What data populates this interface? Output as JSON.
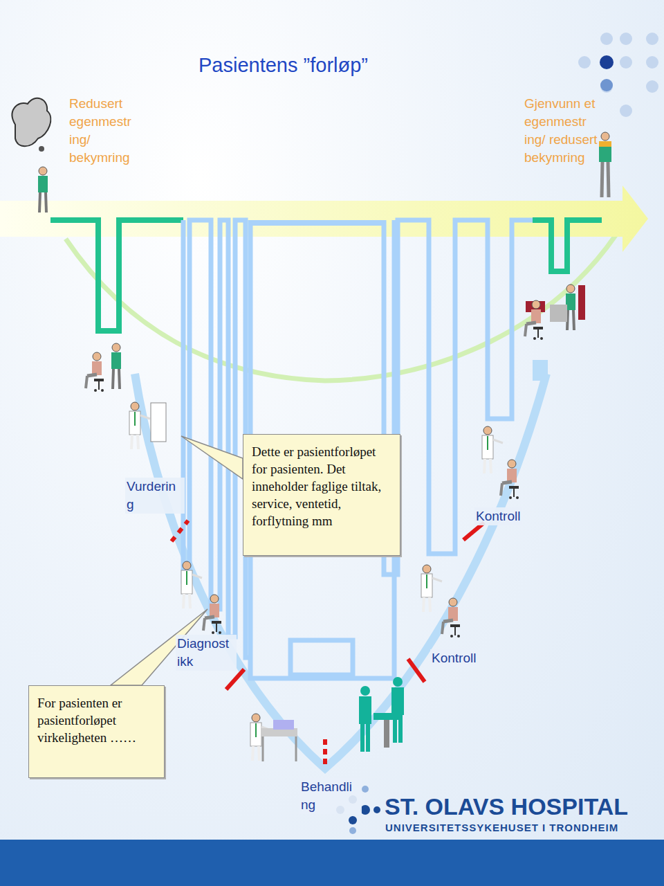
{
  "diagram": {
    "title": "Pasientens ”forløp”",
    "nodes": [
      {
        "text": [
          "Dette er pasientforløpet for pasienten. Det inneholder faglige tiltak, service, ventetid, forflytning mm"
        ]
      },
      {
        "text": [
          "For pasienten er pasientforløpet virkeligheten ……"
        ]
      }
    ],
    "labels": [
      "Redusert egenmestr ing/ bekymring",
      "Gjenvunn et egenmestr ing/ redusert bekymring",
      "Vurderin g",
      "Kontroll",
      "Diagnost ikk",
      "Kontroll",
      "Behandli ng",
      "ST. OLAVS HOSPITAL",
      "UNIVERSITETSSYKEHUSET I TRONDHEIM"
    ]
  }
}
